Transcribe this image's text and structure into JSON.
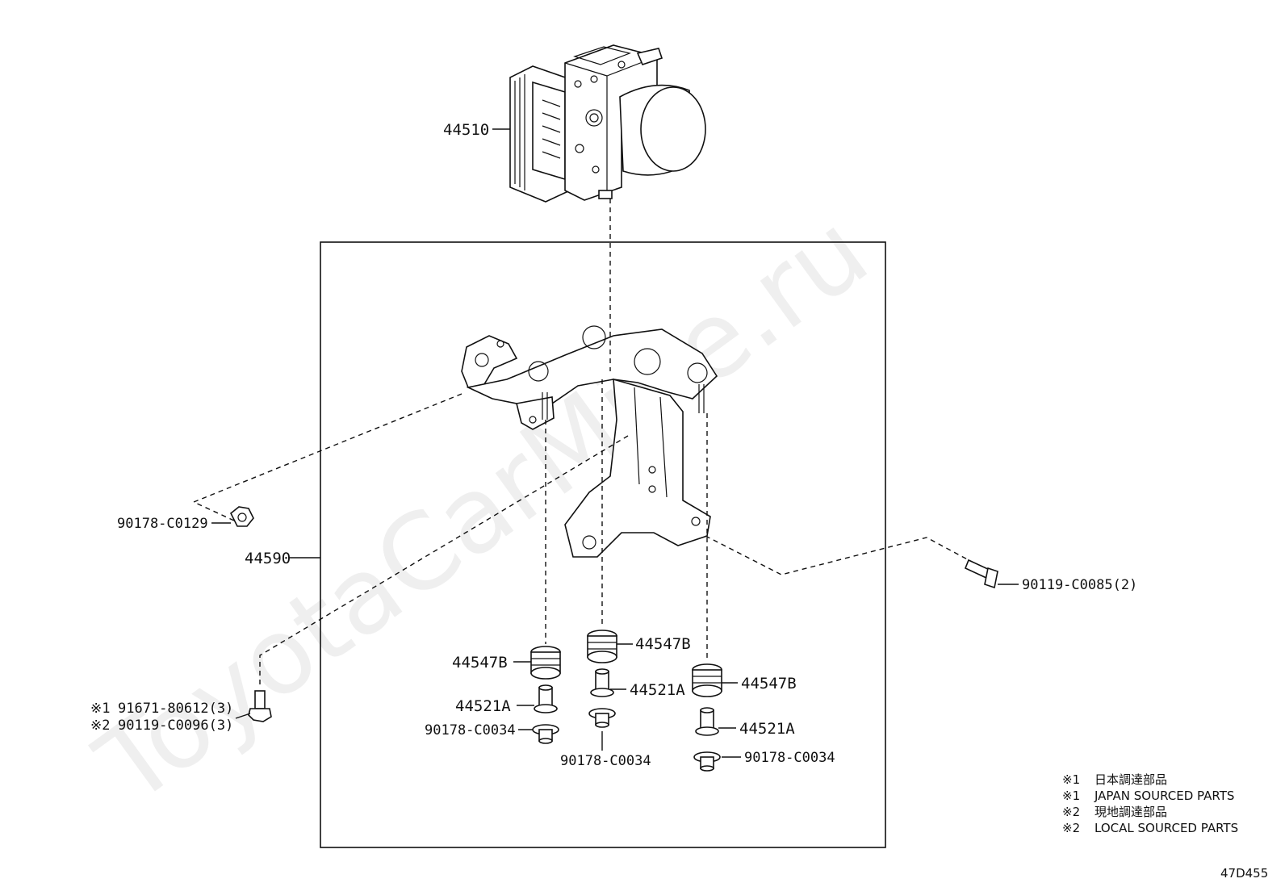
{
  "watermark": "ToyotaCarMine.ru",
  "parts": {
    "actuator": "44510",
    "bracket": "44590",
    "nut": "90178-C0129",
    "bolt_right": "90119-C0085(2)",
    "bolt_left_1": "91671-80612(3)",
    "bolt_left_2": "90119-C0096(3)",
    "cushion_left": "44547B",
    "cushion_mid": "44547B",
    "cushion_right": "44547B",
    "collar_left": "44521A",
    "collar_mid": "44521A",
    "collar_right": "44521A",
    "nut_left": "90178-C0034",
    "nut_mid": "90178-C0034",
    "nut_right": "90178-C0034"
  },
  "marks": {
    "m1": "※1",
    "m2": "※2"
  },
  "notes": [
    {
      "mark": "※1",
      "text": "日本調達部品"
    },
    {
      "mark": "※1",
      "text": "JAPAN SOURCED PARTS"
    },
    {
      "mark": "※2",
      "text": "現地調達部品"
    },
    {
      "mark": "※2",
      "text": "LOCAL SOURCED PARTS"
    }
  ],
  "diagram_code": "47D455"
}
